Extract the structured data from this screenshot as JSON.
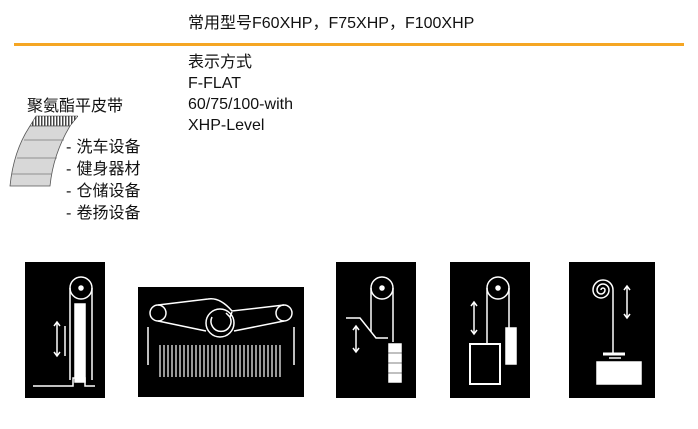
{
  "header": {
    "model_line": "常用型号F60XHP，F75XHP，F100XHP",
    "accent_color": "#f5a623"
  },
  "designation": {
    "heading": "表示方式",
    "lines": [
      "F-FLAT",
      "60/75/100-with",
      "XHP-Level"
    ]
  },
  "belt": {
    "name": "聚氨酯平皮带",
    "image": "polyurethane-flat-belt-illustration"
  },
  "applications": [
    "- 洗车设备",
    "- 健身器材",
    "- 仓储设备",
    "- 卷扬设备"
  ],
  "diagrams": [
    {
      "name": "vertical-lift-diagram"
    },
    {
      "name": "car-wash-brush-diagram"
    },
    {
      "name": "counterweight-lift-diagram"
    },
    {
      "name": "pulley-counterweight-diagram"
    },
    {
      "name": "winding-hoist-diagram"
    }
  ]
}
